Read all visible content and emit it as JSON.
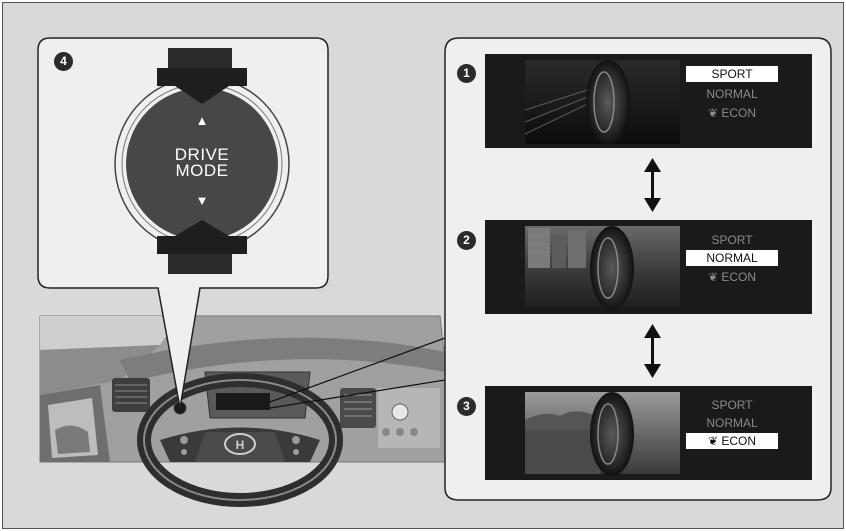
{
  "button_callout": {
    "marker": "4",
    "button_line1": "DRIVE",
    "button_line2": "MODE",
    "arrow_up": "▲",
    "arrow_down": "▼"
  },
  "screens": [
    {
      "marker": "1",
      "modes": [
        "SPORT",
        "NORMAL",
        "ECON"
      ],
      "selected": "SPORT"
    },
    {
      "marker": "2",
      "modes": [
        "SPORT",
        "NORMAL",
        "ECON"
      ],
      "selected": "NORMAL"
    },
    {
      "marker": "3",
      "modes": [
        "SPORT",
        "NORMAL",
        "ECON"
      ],
      "selected": "ECON"
    }
  ],
  "econ_icon": "leaf-icon",
  "transition_icon": "double-headed-arrow-icon",
  "colors": {
    "background": "#d9d9d9",
    "panel": "#efefef",
    "screen": "#1a1a1a",
    "selected_bg": "#ffffff",
    "unselected_text": "#8a8a8a"
  }
}
